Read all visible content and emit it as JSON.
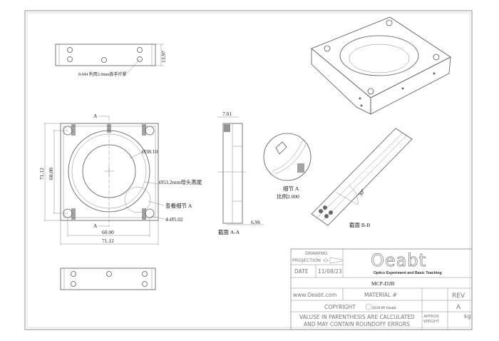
{
  "top_view": {
    "note": "8-M4 利用2.0mm扳手拧紧",
    "thickness": "13.97"
  },
  "front_view": {
    "section_mark_top": "A",
    "section_mark_bottom": "A",
    "inner_diameter": "Ø38.10",
    "dovetail": "Ø53.2mm母头燕尾",
    "detail_callout": "查看细节 A",
    "holes": "4-Ø5.02",
    "hole_spacing_h": "60.00",
    "width": "71.12",
    "hole_spacing_v": "60.00",
    "height": "71.12"
  },
  "section_aa": {
    "top_dim": "7.01",
    "bottom_dim": "6.96",
    "label": "截面 A-A"
  },
  "detail_a": {
    "label": "细节 A",
    "scale": "比例2.000"
  },
  "section_bb": {
    "angle": "30°",
    "label": "截面 B-B"
  },
  "title_block": {
    "drawing_projection": "DRAWING",
    "projection_label": "PROJECTION",
    "date_label": "DATE",
    "date": "11/08/23",
    "logo_text": "Oeabt",
    "logo_tagline": "Optics Experiment and Basic Teaching",
    "part_number": "MCP-D2B",
    "website": "www.Oeabt.com",
    "material_label": "MATERIAL #",
    "rev_label": "REV",
    "rev": "A",
    "copyright": "COPYRIGHT",
    "copyright_year": "2019 BY Oeabt",
    "disclaimer_line1": "VALUSE IN PARENTHESIS ARE CALCULATED",
    "disclaimer_line2": "AND MAY CONTAIN ROUNDOFF ERRORS",
    "weight_label1": "APPROX",
    "weight_label2": "WEIGHT",
    "weight_unit": "kg"
  }
}
